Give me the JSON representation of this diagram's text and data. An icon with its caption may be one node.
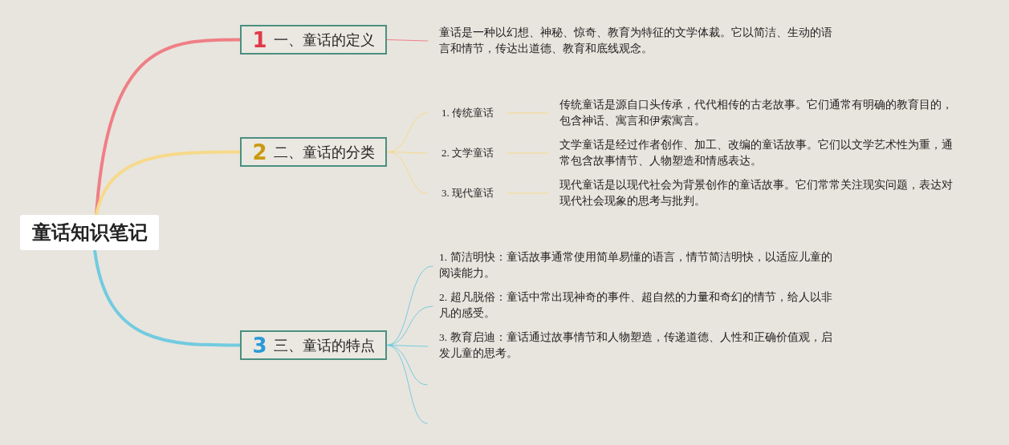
{
  "diagram": {
    "nodes": [
      {
        "text": [
          "童话知识笔记"
        ]
      },
      {
        "text": [
          "1",
          "一、童话的定义"
        ]
      },
      {
        "text": [
          "童话是一种以幻想、神秘、惊奇、教育为特征的文学体裁。它以简洁、生动的语言和情节，传达出道德、教育和底线观念。"
        ]
      },
      {
        "text": [
          "2",
          "二、童话的分类"
        ]
      },
      {
        "text": [
          "1. 传统童话"
        ]
      },
      {
        "text": [
          "传统童话是源自口头传承，代代相传的古老故事。它们通常有明确的教育目的，包含神话、寓言和伊索寓言。"
        ]
      },
      {
        "text": [
          "2. 文学童话"
        ]
      },
      {
        "text": [
          "文学童话是经过作者创作、加工、改编的童话故事。它们以文学艺术性为重，通常包含故事情节、人物塑造和情感表达。"
        ]
      },
      {
        "text": [
          "3. 现代童话"
        ]
      },
      {
        "text": [
          "现代童话是以现代社会为背景创作的童话故事。它们常常关注现实问题，表达对现代社会现象的思考与批判。"
        ]
      },
      {
        "text": [
          "3",
          "三、童话的特点"
        ]
      },
      {
        "text": [
          "1. 简洁明快：童话故事通常使用简单易懂的语言，情节简洁明快，以适应儿童的阅读能力。"
        ]
      },
      {
        "text": [
          "2. 超凡脱俗：童话中常出现神奇的事件、超自然的力量和奇幻的情节，给人以非凡的感受。"
        ]
      },
      {
        "text": [
          "3. 教育启迪：童话通过故事情节和人物塑造，传递道德、人性和正确价值观，启发儿童的思考。"
        ]
      }
    ],
    "edges": [
      {
        "from": 0,
        "to": 1,
        "arrow": "none",
        "style": "thick",
        "color": "#ef7f86"
      },
      {
        "from": 0,
        "to": 3,
        "arrow": "none",
        "style": "thick",
        "color": "#f7d98a"
      },
      {
        "from": 0,
        "to": 10,
        "arrow": "none",
        "style": "thick",
        "color": "#72cbe0"
      },
      {
        "from": 1,
        "to": 2,
        "arrow": "none",
        "color": "#ef7f86"
      },
      {
        "from": 3,
        "to": 4,
        "arrow": "none",
        "color": "#f7d98a"
      },
      {
        "from": 3,
        "to": 6,
        "arrow": "none",
        "color": "#f7d98a"
      },
      {
        "from": 3,
        "to": 8,
        "arrow": "none",
        "color": "#f7d98a"
      },
      {
        "from": 4,
        "to": 5,
        "arrow": "none",
        "color": "#f7d98a"
      },
      {
        "from": 6,
        "to": 7,
        "arrow": "none",
        "color": "#f7d98a"
      },
      {
        "from": 8,
        "to": 9,
        "arrow": "none",
        "color": "#f7d98a"
      },
      {
        "from": 10,
        "to": 11,
        "arrow": "none",
        "color": "#72cbe0"
      },
      {
        "from": 10,
        "to": 12,
        "arrow": "none",
        "color": "#72cbe0"
      },
      {
        "from": 10,
        "to": 13,
        "arrow": "none",
        "color": "#72cbe0"
      },
      {
        "from": 10,
        "to": null,
        "arrow": "none",
        "color": "#72cbe0"
      },
      {
        "from": 10,
        "to": null,
        "arrow": "none",
        "color": "#72cbe0"
      }
    ]
  }
}
